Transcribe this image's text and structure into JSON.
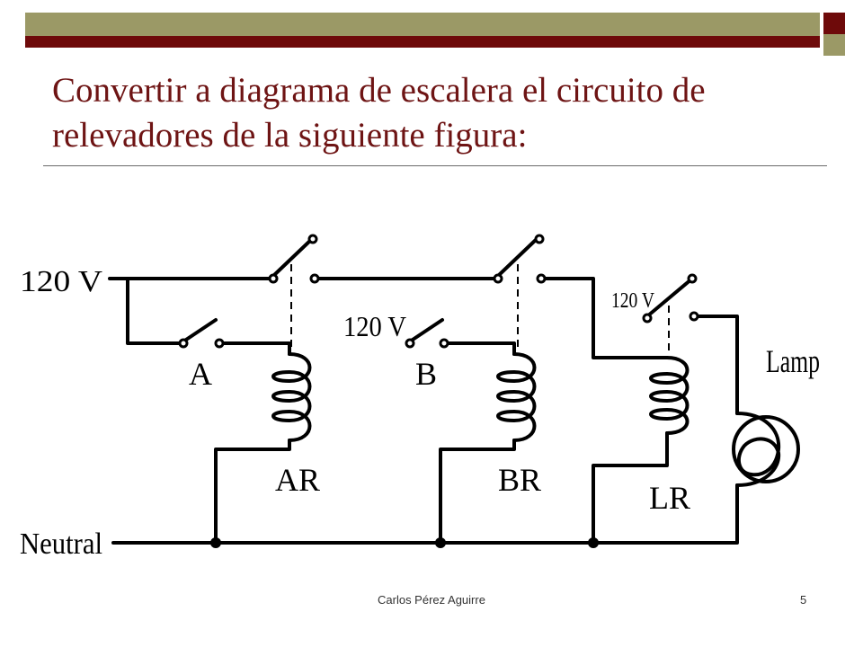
{
  "slide": {
    "title_line1": "Convertir a diagrama de escalera el circuito de",
    "title_line2": "relevadores de la siguiente figura:",
    "author": "Carlos Pérez Aguirre",
    "page_number": "5"
  },
  "colors": {
    "olive": "#9b9966",
    "maroon": "#6e0a0a",
    "title": "#6e1414",
    "ink": "#000000"
  },
  "diagram": {
    "labels": {
      "supply_main": "120 V",
      "supply_b": "120 V",
      "supply_lr": "120 V",
      "neutral": "Neutral",
      "switch_a": "A",
      "switch_b": "B",
      "coil_ar": "AR",
      "coil_br": "BR",
      "coil_lr": "LR",
      "lamp": "Lamp"
    }
  }
}
